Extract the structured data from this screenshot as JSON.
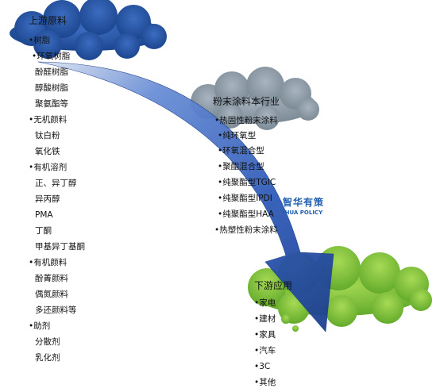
{
  "upstream": {
    "title": "上游原料",
    "items": [
      "•树脂",
      "•环氧树脂",
      "酚醛树脂",
      "醇酸树脂",
      "聚氨酯等",
      "•无机颜料",
      "钛白粉",
      "氧化铁",
      "•有机溶剂",
      "正、异丁醇",
      "异丙醇",
      "PMA",
      "丁酮",
      "甲基异丁基酮",
      "•有机颜料",
      "酚菁颜料",
      "偶氮颜料",
      "多还颜料等",
      "•助剂",
      "分散剂",
      "乳化剂"
    ]
  },
  "industry": {
    "title": "粉末涂料本行业",
    "items": [
      "•热固性粉末涂料",
      "•纯环氧型",
      "•环氧混合型",
      "•聚酯混合型",
      "•纯聚酯型TGIC",
      "•纯聚酯型IPDI",
      "•纯聚酯型HAA",
      "•热塑性粉末涂料"
    ]
  },
  "downstream": {
    "title": "下游应用",
    "items": [
      "•家电",
      "•建材",
      "•家具",
      "•汽车",
      "•3C",
      "•其他"
    ]
  },
  "watermark": {
    "cn": "智华有策",
    "en": "IHUA POLICY"
  },
  "colors": {
    "cloud_upstream": "#1f4e96",
    "cloud_industry": "#8a9aa7",
    "cloud_downstream": "#7cc03a",
    "arrow": "#2f5bb8"
  }
}
